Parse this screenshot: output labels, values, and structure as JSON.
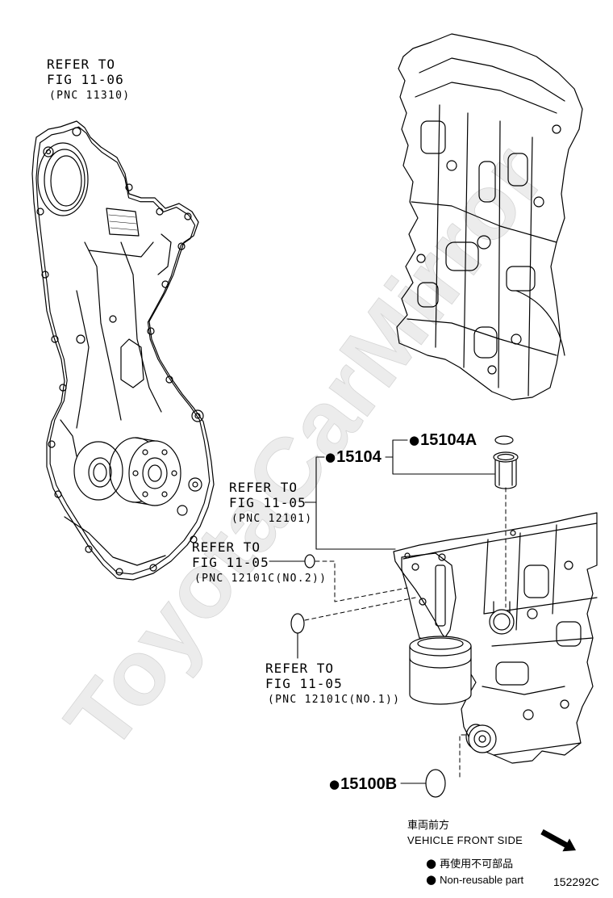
{
  "diagram": {
    "figure_id": "152292C",
    "watermark": "ToyotaCarMirror",
    "references": {
      "fig_11_06": {
        "line1": "REFER TO",
        "line2": "FIG 11-06",
        "line3": "(PNC 11310)"
      },
      "pnc_12101": {
        "line1": "REFER TO",
        "line2": "FIG 11-05",
        "line3": "(PNC 12101)"
      },
      "pnc_12101c_no2": {
        "line1": "REFER TO",
        "line2": "FIG 11-05",
        "line3": "(PNC 12101C(NO.2))"
      },
      "pnc_12101c_no1": {
        "line1": "REFER TO",
        "line2": "FIG 11-05",
        "line3": "(PNC 12101C(NO.1))"
      }
    },
    "parts": {
      "p15104A": {
        "marker": "●",
        "number": "15104A"
      },
      "p15104": {
        "marker": "●",
        "number": "15104"
      },
      "p15100B": {
        "marker": "●",
        "number": "15100B"
      }
    },
    "direction": {
      "label_ja": "車両前方",
      "label_en": "VEHICLE FRONT SIDE"
    },
    "legend": [
      {
        "marker": "●",
        "label": "再使用不可部品"
      },
      {
        "marker": "●",
        "label": "Non-reusable part"
      }
    ]
  },
  "colors": {
    "line": "#000000",
    "watermark": "#e4e4e4",
    "background": "#ffffff"
  },
  "icons": {
    "direction_arrow": "arrow-down-right-icon",
    "non_reusable_marker": "filled-circle-icon"
  }
}
